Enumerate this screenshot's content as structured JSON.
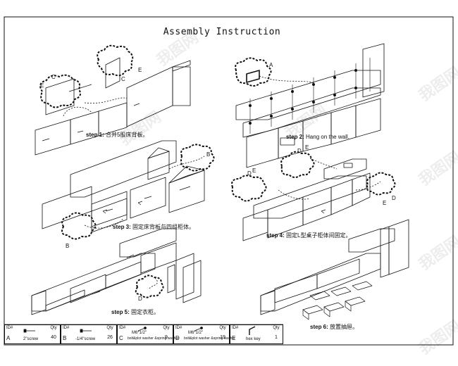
{
  "title": "Assembly Instruction",
  "steps": [
    {
      "label": "step 1:",
      "text": "合并5股床背板。"
    },
    {
      "label": "step 2:",
      "text": "Hang on the wall."
    },
    {
      "label": "step 3:",
      "text": "固定床背板与四组柜体。"
    },
    {
      "label": "step 4:",
      "text": "固定L型桌子柜体间固定。"
    },
    {
      "label": "step 5:",
      "text": "固定衣柜。"
    },
    {
      "label": "step 6:",
      "text": "放置抽屉。"
    }
  ],
  "callouts": [
    "C",
    "E",
    "C",
    "E",
    "A",
    "B",
    "B",
    "D",
    "E",
    "D",
    "E",
    "E",
    "D",
    "D"
  ],
  "parts_header": {
    "id": "ID#",
    "qty": "Qty"
  },
  "parts": [
    {
      "id": "A",
      "desc": "2\"screw",
      "qty": "40"
    },
    {
      "id": "B",
      "desc": "-1/4\"screw",
      "qty": "26"
    },
    {
      "id": "C",
      "desc": "bolt&plot washer &spring washer",
      "desc2": "M6*1/2\"",
      "qty": "9"
    },
    {
      "id": "D",
      "desc": "bolt&plot washer &spring washer",
      "desc2": "M6*1/2\"",
      "qty": "19"
    },
    {
      "id": "E",
      "desc": "hex key",
      "qty": "1"
    }
  ],
  "watermark": "我图网"
}
